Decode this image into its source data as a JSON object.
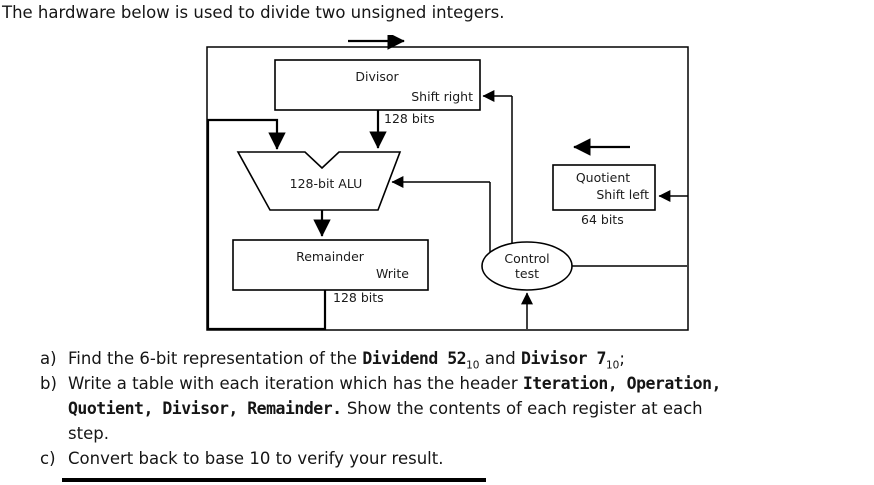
{
  "intro": "The hardware below is used to divide two unsigned integers.",
  "diagram": {
    "divisor": {
      "title": "Divisor",
      "shift": "Shift right",
      "bits": "128 bits"
    },
    "alu": {
      "title": "128-bit ALU"
    },
    "quotient": {
      "title": "Quotient",
      "shift": "Shift left",
      "bits": "64 bits"
    },
    "remainder": {
      "title": "Remainder",
      "write": "Write",
      "bits": "128 bits"
    },
    "control": {
      "line1": "Control",
      "line2": "test"
    }
  },
  "questions": {
    "a": {
      "label": "a)",
      "pre": "Find the 6-bit representation of the ",
      "mono1": "Dividend 52",
      "sub1": "10",
      "mid": " and ",
      "mono2": "Divisor 7",
      "sub2": "10",
      "post": ";"
    },
    "b": {
      "label": "b)",
      "line1_pre": "Write a table with each iteration which has the header ",
      "line1_mono": "Iteration, Operation,",
      "line2_mono": "Quotient, Divisor, Remainder.",
      "line2_post": " Show the contents of each register at each",
      "line3": "step."
    },
    "c": {
      "label": "c)",
      "text": "Convert back to base 10 to verify your result."
    }
  }
}
